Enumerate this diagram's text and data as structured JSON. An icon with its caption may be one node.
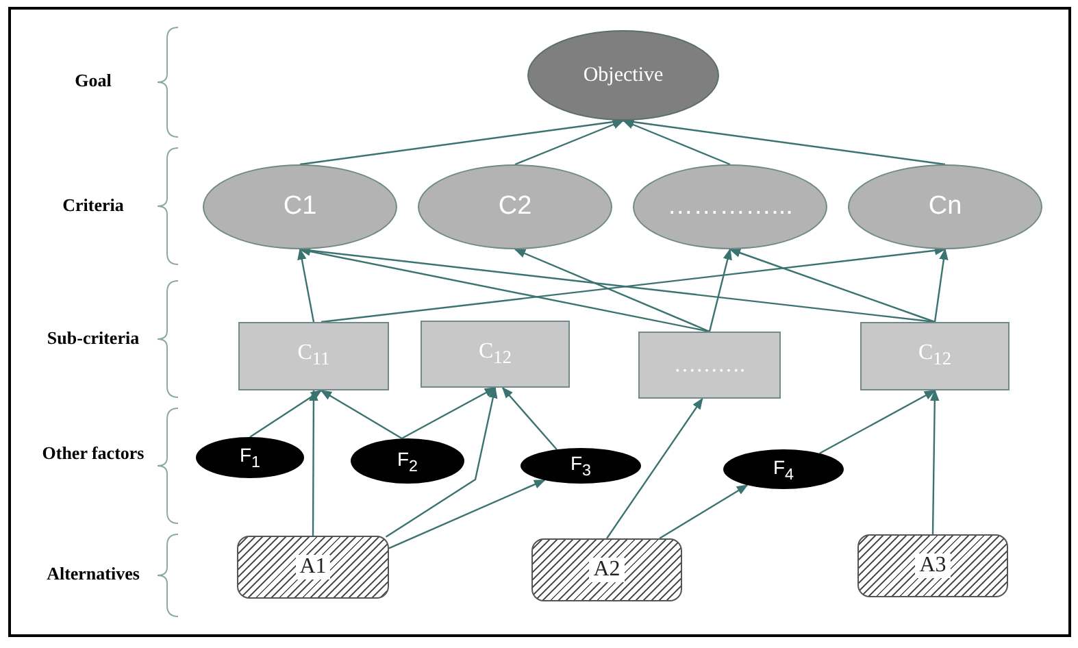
{
  "diagram": {
    "nodes": [
      {
        "text": [
          "Objective"
        ]
      },
      {
        "text": [
          "C1"
        ]
      },
      {
        "text": [
          "C2"
        ]
      },
      {
        "text": [
          "…………..."
        ]
      },
      {
        "text": [
          "Cn"
        ]
      },
      {
        "text": [
          "C$_{11}$"
        ]
      },
      {
        "text": [
          "C$_{12}$"
        ]
      },
      {
        "text": [
          "………."
        ]
      },
      {
        "text": [
          "C$_{12}$"
        ]
      },
      {
        "text": [
          "F$_{1}$"
        ]
      },
      {
        "text": [
          "F$_{2}$"
        ]
      },
      {
        "text": [
          "F$_{3}$"
        ]
      },
      {
        "text": [
          "F$_{4}$"
        ]
      },
      {
        "text": [
          "A1"
        ]
      },
      {
        "text": [
          "A2"
        ]
      },
      {
        "text": [
          "A3"
        ]
      }
    ],
    "edges": [
      {
        "from": 1,
        "to": 0,
        "arrow": "to"
      },
      {
        "from": 2,
        "to": 0,
        "arrow": "to"
      },
      {
        "from": 3,
        "to": 0,
        "arrow": "to"
      },
      {
        "from": 4,
        "to": 0,
        "arrow": "to"
      },
      {
        "from": 5,
        "to": 1,
        "arrow": "to"
      },
      {
        "from": 5,
        "to": 4,
        "arrow": "to"
      },
      {
        "from": 7,
        "to": 1,
        "arrow": "to"
      },
      {
        "from": 7,
        "to": 2,
        "arrow": "to"
      },
      {
        "from": 7,
        "to": 3,
        "arrow": "to"
      },
      {
        "from": 8,
        "to": 1,
        "arrow": "to"
      },
      {
        "from": 8,
        "to": 3,
        "arrow": "to"
      },
      {
        "from": 8,
        "to": 4,
        "arrow": "to"
      },
      {
        "from": 9,
        "to": 5,
        "arrow": "to"
      },
      {
        "from": 13,
        "to": 5,
        "arrow": "to"
      },
      {
        "from": 10,
        "to": 5,
        "arrow": "to"
      },
      {
        "from": 10,
        "to": 6,
        "arrow": "to"
      },
      {
        "from": 13,
        "to": 6,
        "arrow": "to"
      },
      {
        "from": 11,
        "to": 6,
        "arrow": "to"
      },
      {
        "from": 13,
        "to": 11,
        "arrow": "to"
      },
      {
        "from": 14,
        "to": 7,
        "arrow": "to"
      },
      {
        "from": 14,
        "to": 12,
        "arrow": "to"
      },
      {
        "from": 12,
        "to": 8,
        "arrow": "to"
      },
      {
        "from": 15,
        "to": 8,
        "arrow": "to"
      }
    ],
    "labels": [
      "Goal",
      "Criteria",
      "Sub-criteria",
      "Other factors",
      "Alternatives"
    ]
  }
}
